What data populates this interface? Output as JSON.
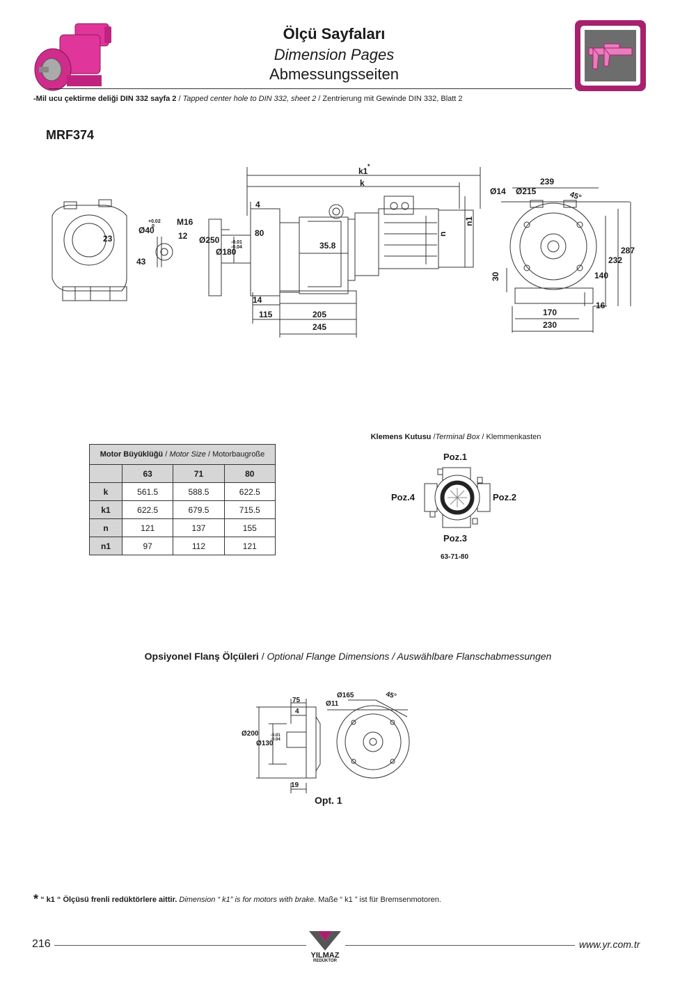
{
  "header": {
    "title_tr": "Ölçü Sayfaları",
    "title_en": "Dimension Pages",
    "title_de": "Abmessungsseiten"
  },
  "subtitle": {
    "tr": "-Mil ucu çektirme deliği DIN 332 sayfa 2",
    "sep1": " / ",
    "en": "Tapped center hole to DIN 332, sheet 2",
    "sep2": " / ",
    "de": "Zentrierung mit Gewinde DIN 332, Blatt 2"
  },
  "model": "MRF374",
  "drawing_labels": {
    "k1": "k1",
    "k1_star": "*",
    "k": "k",
    "d4": "4",
    "d80": "80",
    "d250": "Ø250",
    "d180": "Ø180",
    "tol_upper": "-0.01",
    "tol_lower": "-0.04",
    "d35_8": "35.8",
    "n": "n",
    "n1": "n1",
    "d14": "14",
    "d115": "115",
    "d205": "205",
    "d245": "245",
    "d23": "23",
    "d43": "43",
    "d40": "Ø40",
    "tol40_upper": "+0.02",
    "tol40_lower": "0",
    "m16": "M16",
    "d12": "12",
    "hole14": "Ø14",
    "pcd215": "Ø215",
    "d239": "239",
    "angle45": "45°",
    "d287": "287",
    "d232": "232",
    "d140": "140",
    "d30": "30",
    "d16": "16",
    "d170": "170",
    "d230": "230"
  },
  "motor_table": {
    "title_tr": "Motor Büyüklüğü",
    "sep1": " / ",
    "title_en": "Motor Size",
    "sep2": " / ",
    "title_de": "Motorbaugroße",
    "columns": [
      "63",
      "71",
      "80"
    ],
    "rows": [
      {
        "label": "k",
        "values": [
          "561.5",
          "588.5",
          "622.5"
        ]
      },
      {
        "label": "k1",
        "values": [
          "622.5",
          "679.5",
          "715.5"
        ]
      },
      {
        "label": "n",
        "values": [
          "121",
          "137",
          "155"
        ]
      },
      {
        "label": "n1",
        "values": [
          "97",
          "112",
          "121"
        ]
      }
    ]
  },
  "terminal_box": {
    "title_tr": "Klemens Kutusu",
    "sep1": " /",
    "title_en": "Terminal Box",
    "sep2": " / ",
    "title_de": "Klemmenkasten",
    "pos1": "Poz.1",
    "pos2": "Poz.2",
    "pos3": "Poz.3",
    "pos4": "Poz.4",
    "sizes": "63-71-80"
  },
  "flange": {
    "title_tr": "Opsiyonel Flanş Ölçüleri",
    "sep1": " / ",
    "title_en": "Optional Flange Dimensions",
    "sep2": " / ",
    "title_de": "Auswählbare Flanschabmessungen",
    "d75": "75",
    "d4": "4",
    "d200": "Ø200",
    "d130": "Ø130",
    "tol_upper": "-0.01",
    "tol_lower": "-0.04",
    "d19": "19",
    "pcd165": "Ø165",
    "hole11": "Ø11",
    "angle45": "45°",
    "option": "Opt. 1"
  },
  "footnote": {
    "star": "*",
    "tr": " “ k1 “ Ölçüsü frenli redüktörlere aittir.",
    "en": " Dimension “ k1” is for motors with brake.",
    "de": " Maße “ k1 ” ist für Bremsenmotoren."
  },
  "footer": {
    "page_number": "216",
    "website": "www.yr.com.tr",
    "logo_text": "YILMAZ",
    "logo_sub": "REDÜKTÖR"
  },
  "colors": {
    "brand_magenta": "#a8206e",
    "motor_pink": "#e0359a"
  }
}
